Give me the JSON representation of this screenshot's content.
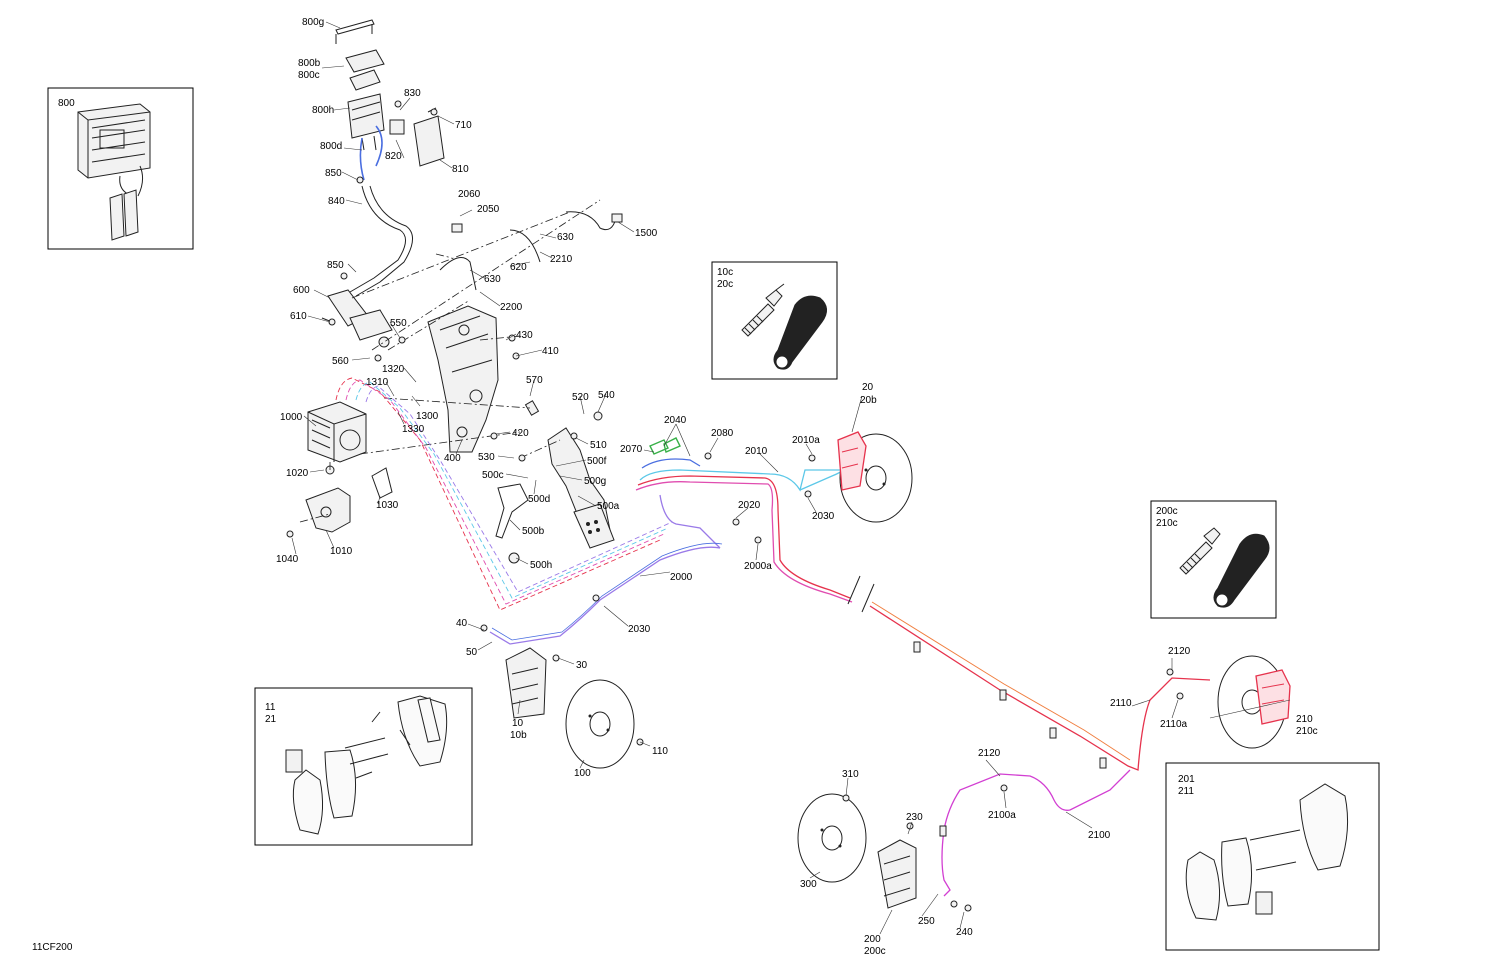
{
  "diagram_id": "11CF200",
  "colors": {
    "line_front_red": "#e6334d",
    "line_pink": "#e04db0",
    "line_blue": "#4a6ee0",
    "line_cyan": "#5cc8e8",
    "line_violet": "#9a7ae8",
    "line_magenta": "#d23fd2",
    "line_orange": "#f07f40",
    "clip_green": "#38b048"
  },
  "callouts": {
    "box_800": "800",
    "box_10c": "10c",
    "box_20c": "20c",
    "box_200c": "200c",
    "box_210c": "210c",
    "box_11": "11",
    "box_21": "21",
    "box_201": "201",
    "box_211": "211",
    "l800g": "800g",
    "l800b": "800b",
    "l800c": "800c",
    "l800h": "800h",
    "l830": "830",
    "l710": "710",
    "l800d": "800d",
    "l820": "820",
    "l810": "810",
    "l850a": "850",
    "l840": "840",
    "l2060": "2060",
    "l2050": "2050",
    "l1500": "1500",
    "l630a": "630",
    "l620": "620",
    "l2210": "2210",
    "l630b": "630",
    "l850b": "850",
    "l2200": "2200",
    "l600": "600",
    "l610": "610",
    "l550": "550",
    "l430": "430",
    "l410": "410",
    "l560": "560",
    "l1320": "1320",
    "l570": "570",
    "l1310": "1310",
    "l1300": "1300",
    "l1330": "1330",
    "l1000": "1000",
    "l520": "520",
    "l540": "540",
    "l420": "420",
    "l510": "510",
    "l530": "530",
    "l400": "400",
    "l500f": "500f",
    "l500c": "500c",
    "l500g": "500g",
    "l500d": "500d",
    "l500a": "500a",
    "l1020": "1020",
    "l1030": "1030",
    "l1040": "1040",
    "l1010": "1010",
    "l500b": "500b",
    "l500h": "500h",
    "l2040": "2040",
    "l2070": "2070",
    "l2080": "2080",
    "l2010": "2010",
    "l2010a": "2010a",
    "l20": "20",
    "l20b": "20b",
    "l2030a": "2030",
    "l2020": "2020",
    "l2000a": "2000a",
    "l2000": "2000",
    "l2030b": "2030",
    "l40": "40",
    "l50": "50",
    "l30": "30",
    "l10": "10",
    "l10b": "10b",
    "l110": "110",
    "l100": "100",
    "l2120a": "2120",
    "l2110": "2110",
    "l2110a": "2110a",
    "l210": "210",
    "l210c": "210c",
    "l2120b": "2120",
    "l2100a": "2100a",
    "l2100": "2100",
    "l310": "310",
    "l230": "230",
    "l300": "300",
    "l250": "250",
    "l240": "240",
    "l200": "200",
    "l200c": "200c"
  }
}
